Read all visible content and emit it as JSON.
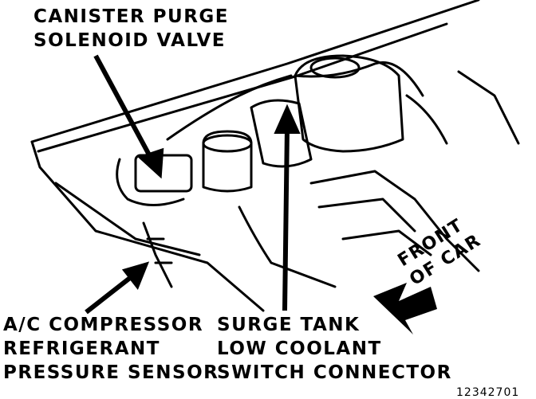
{
  "labels": {
    "canister_purge": [
      "CANISTER PURGE",
      "SOLENOID VALVE"
    ],
    "ac_sensor": [
      "A/C COMPRESSOR",
      "REFRIGERANT",
      "PRESSURE SENSOR"
    ],
    "surge_tank": [
      "SURGE TANK",
      "LOW COOLANT",
      "SWITCH CONNECTOR"
    ],
    "front": [
      "FRONT",
      "OF CAR"
    ],
    "part_number": "12342701"
  },
  "colors": {
    "ink": "#000000",
    "paper": "#ffffff"
  }
}
